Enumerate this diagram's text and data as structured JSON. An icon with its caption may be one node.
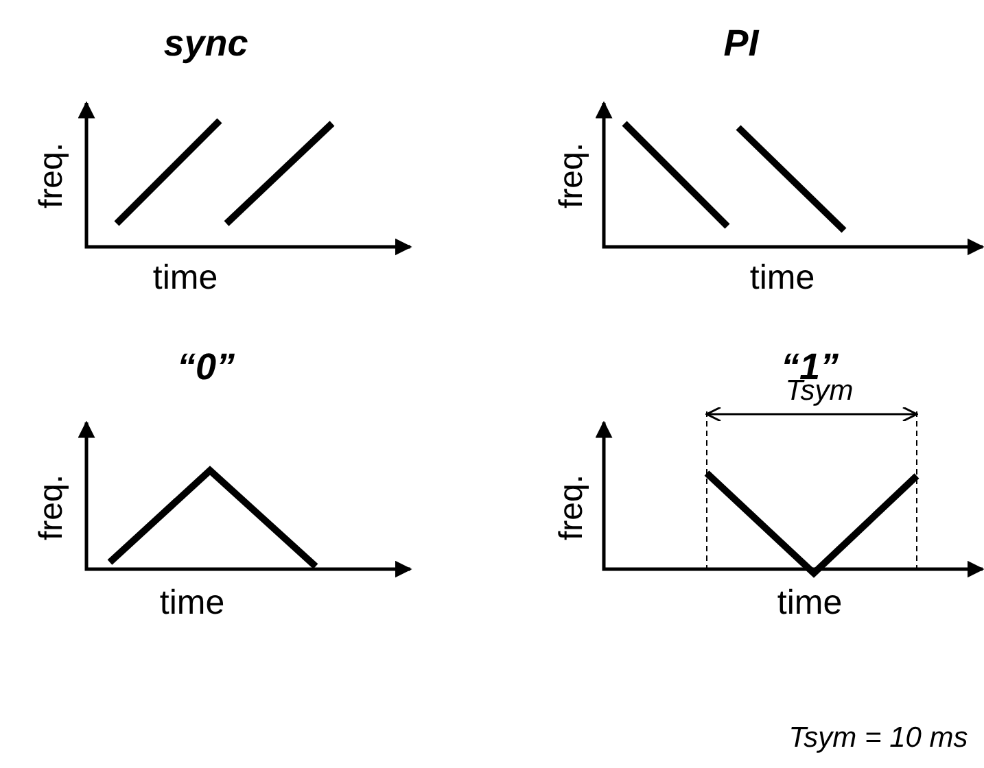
{
  "diagram": {
    "labels": [
      "sync",
      "PI",
      "freq.",
      "time",
      "freq.",
      "time",
      "“0”",
      "“1”",
      "Tsym",
      "freq.",
      "time",
      "freq.",
      "time",
      "Tsym = 10 ms"
    ]
  }
}
